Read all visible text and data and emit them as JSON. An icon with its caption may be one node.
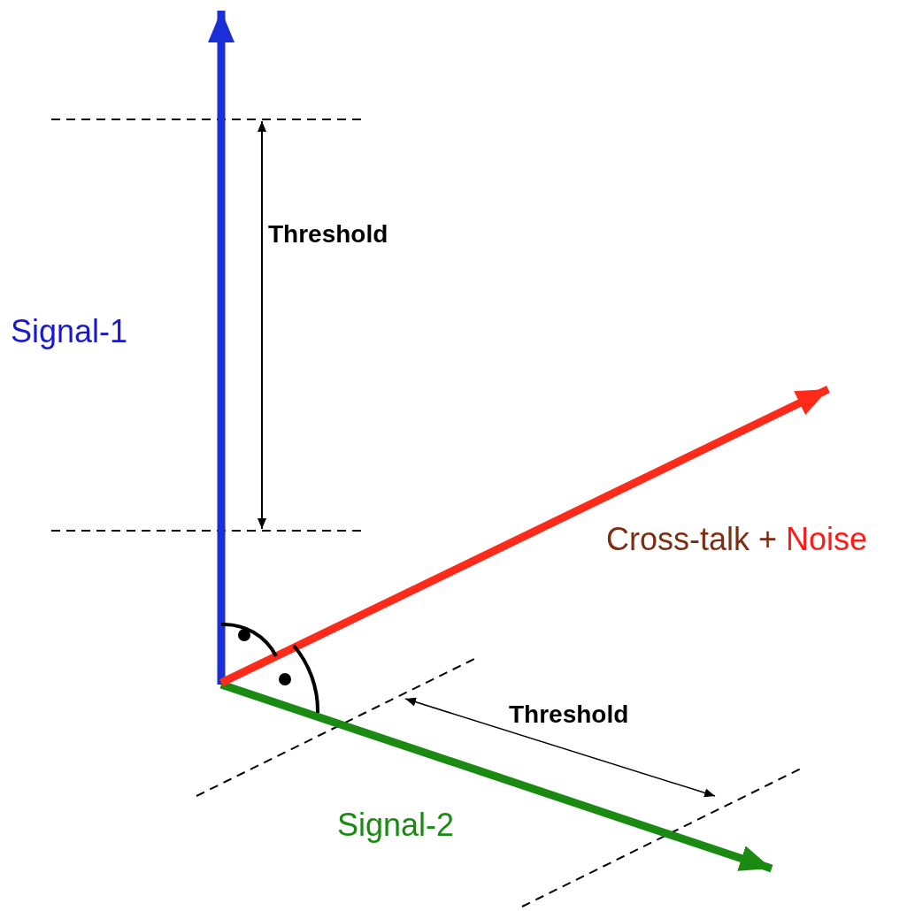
{
  "diagram": {
    "labels": [
      "Threshold",
      "Signal-1",
      "Cross-talk +",
      "Noise",
      "Threshold",
      "Signal-2"
    ]
  }
}
